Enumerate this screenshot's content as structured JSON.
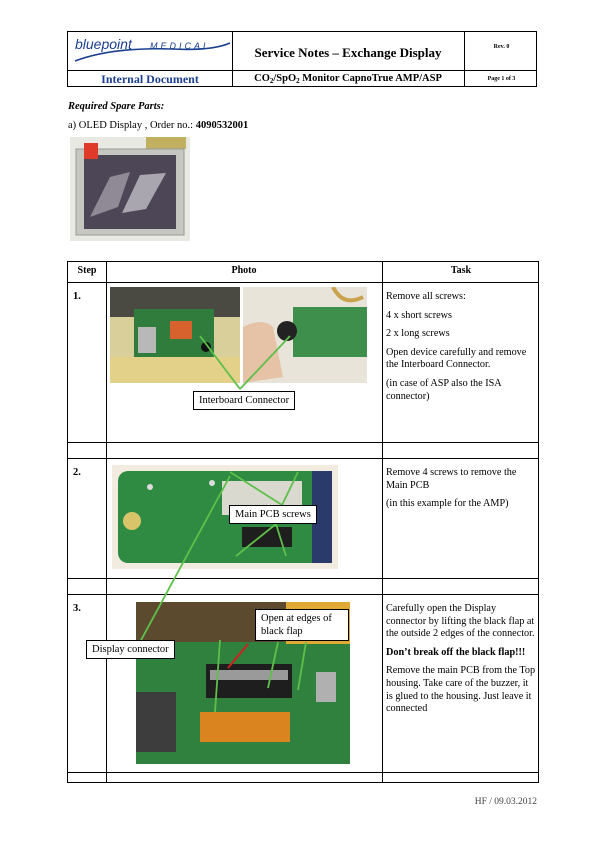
{
  "header": {
    "logo_text": "bluepoint",
    "logo_sub": "MEDICAL",
    "internal": "Internal Document",
    "title": "Service Notes – Exchange Display",
    "subtitle_pre": "CO",
    "subtitle_sub1": "2",
    "subtitle_mid": "/SpO",
    "subtitle_sub2": "2",
    "subtitle_post": " Monitor CapnoTrue AMP/ASP",
    "rev": "Rev. 0",
    "page": "Page 1 of 3"
  },
  "spare": {
    "title": "Required Spare Parts:",
    "line_prefix": "a) OLED Display , Order no.: ",
    "order_no": "4090532001"
  },
  "table": {
    "col_step": "Step",
    "col_photo": "Photo",
    "col_task": "Task"
  },
  "steps": [
    {
      "num": "1.",
      "label": "Interboard Connector",
      "tasks": [
        "Remove all screws:",
        "4 x short screws",
        "2 x long screws",
        "Open device carefully and remove the Interboard Connector.",
        "(in case of ASP also the ISA connector)"
      ]
    },
    {
      "num": "2.",
      "label": "Main PCB screws",
      "tasks": [
        "Remove 4 screws to remove the Main PCB",
        "(in this example for the AMP)"
      ]
    },
    {
      "num": "3.",
      "label_left": "Display connector",
      "label_right": "Open at edges of black flap",
      "tasks": [
        "Carefully open the Display connector by lifting the black flap at the outside 2 edges of the connector.",
        "Don’t break off the black flap!!!",
        "Remove the main PCB from the Top housing. Take care of the buzzer, it is glued to the housing. Just leave it connected"
      ]
    }
  ],
  "footer": "HF / 09.03.2012",
  "colors": {
    "brand_blue": "#1b3f8f",
    "arrow_green": "#5ec04a"
  }
}
